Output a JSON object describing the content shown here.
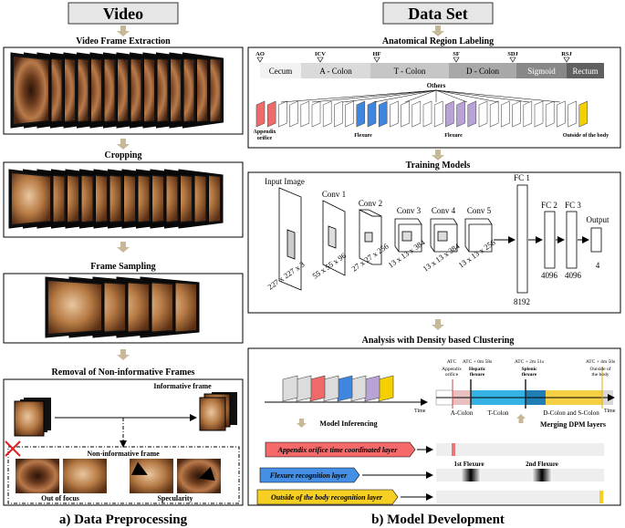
{
  "left": {
    "header": "Video",
    "steps": [
      "Video Frame Extraction",
      "Cropping",
      "Frame Sampling",
      "Removal of Non-informative Frames"
    ],
    "informative_label": "Informative frame",
    "noninformative_label": "Non-informative frame",
    "out_of_focus": "Out of focus",
    "specularity": "Specularity",
    "caption": "a) Data Preprocessing"
  },
  "right": {
    "header": "Data Set",
    "section1": "Anatomical Region Labeling",
    "landmarks": [
      "AO",
      "ICV",
      "HF",
      "SF",
      "SDJ",
      "RSJ"
    ],
    "regions": [
      "Cecum",
      "A - Colon",
      "T - Colon",
      "D - Colon",
      "Sigmoid",
      "Rectum"
    ],
    "others": "Others",
    "appendix_orifice_1": "Appendix",
    "appendix_orifice_2": "orifice",
    "flexure_1": "Flexure",
    "flexure_2": "Flexure",
    "outside": "Outside of the body",
    "section2": "Training Models",
    "cnn": {
      "input_label": "Input Image",
      "input_dim": "227 x 227 x 3",
      "conv1": "Conv 1",
      "conv1_dim": "55 x 55 x 96",
      "conv2": "Conv 2",
      "conv2_dim": "27 x 27 x 256",
      "conv3": "Conv 3",
      "conv3_dim": "13 x 13 x 384",
      "conv4": "Conv 4",
      "conv4_dim": "13 x 13 x 384",
      "conv5": "Conv 5",
      "conv5_dim": "13 x 13 x 256",
      "fc1": "FC 1",
      "fc1_dim": "8192",
      "fc2": "FC 2",
      "fc2_dim": "4096",
      "fc3": "FC 3",
      "fc3_dim": "4096",
      "output": "Output",
      "output_dim": "4"
    },
    "section3": "Analysis with Density based Clustering",
    "time": "Time",
    "model_inferencing": "Model Inferencing",
    "merging": "Merging DPM layers",
    "timeline": {
      "atc": "ATC",
      "atc_hf": "ATC + 0m 58s",
      "atc_sf": "ATC + 2m 51s",
      "atc_out": "ATC + 4m 50s",
      "appendix_1": "Appendix",
      "appendix_2": "orifice",
      "hepatic_1": "Hepatic",
      "hepatic_2": "flexure",
      "splenic_1": "Splenic",
      "splenic_2": "flexure",
      "outside_1": "Outside of",
      "outside_2": "the body",
      "a_colon": "A-Colon",
      "t_colon": "T-Colon",
      "ds_colon": "D-Colon and S-Colon"
    },
    "layers": [
      "Appendix orifice time coordinated layer",
      "Flexure recognition layer",
      "Outside of the body recognition layer"
    ],
    "first_flexure": "1st Flexure",
    "second_flexure": "2nd Flexure",
    "caption": "b) Model Development"
  },
  "colors": {
    "header_bg": "#e6e6e6",
    "red": "#f06a6a",
    "blue": "#3e86e0",
    "purple": "#b9a3d6",
    "yellow": "#f5d000",
    "region_dark": "#606060"
  }
}
